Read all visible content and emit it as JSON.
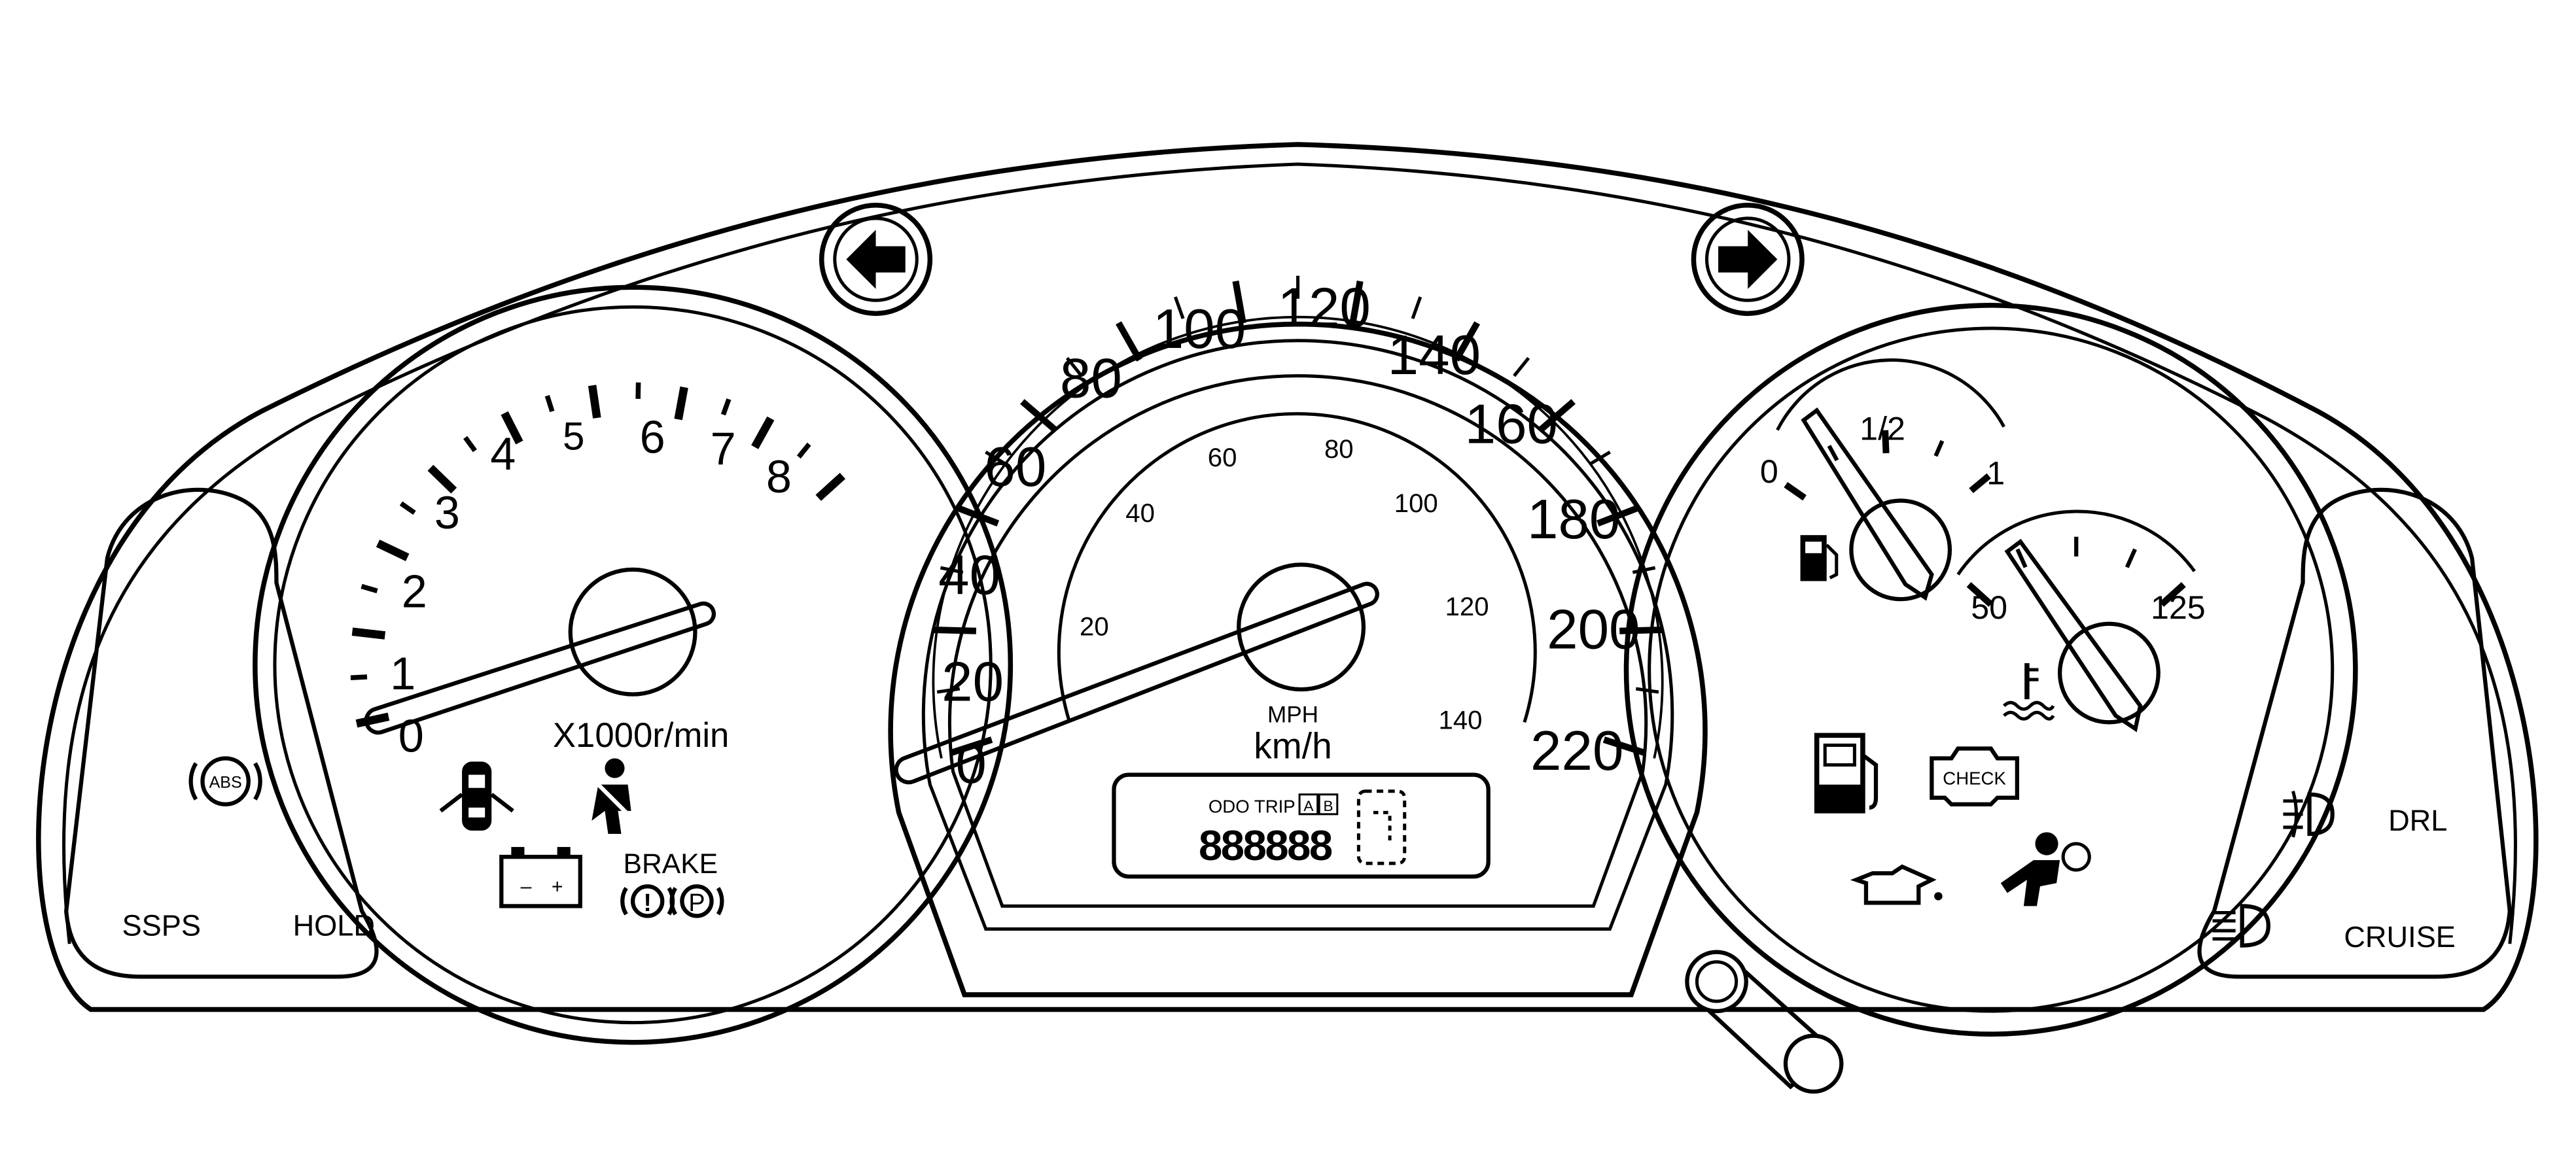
{
  "tachometer": {
    "scale": [
      "0",
      "1",
      "2",
      "3",
      "4",
      "5",
      "6",
      "7",
      "8"
    ],
    "unit_label": "X1000r/min"
  },
  "speedometer": {
    "kmh_scale": [
      "0",
      "20",
      "40",
      "60",
      "80",
      "100",
      "120",
      "140",
      "160",
      "180",
      "200",
      "220"
    ],
    "mph_scale": [
      "20",
      "40",
      "60",
      "80",
      "100",
      "120",
      "140"
    ],
    "mph_label": "MPH",
    "kmh_label": "km/h"
  },
  "odometer": {
    "label": "ODO TRIP",
    "trip_a": "A",
    "trip_b": "B",
    "digits": "888888"
  },
  "fuel_gauge": {
    "empty": "0",
    "half": "1/2",
    "full": "1"
  },
  "temp_gauge": {
    "low": "50",
    "high": "125"
  },
  "indicators": {
    "abs": "ABS",
    "check": "CHECK",
    "brake": "BRAKE",
    "parking": "P",
    "ssps": "SSPS",
    "hold": "HOLD",
    "drl": "DRL",
    "cruise": "CRUISE"
  },
  "colors": {
    "line": "#000000",
    "face": "#ffffff"
  }
}
